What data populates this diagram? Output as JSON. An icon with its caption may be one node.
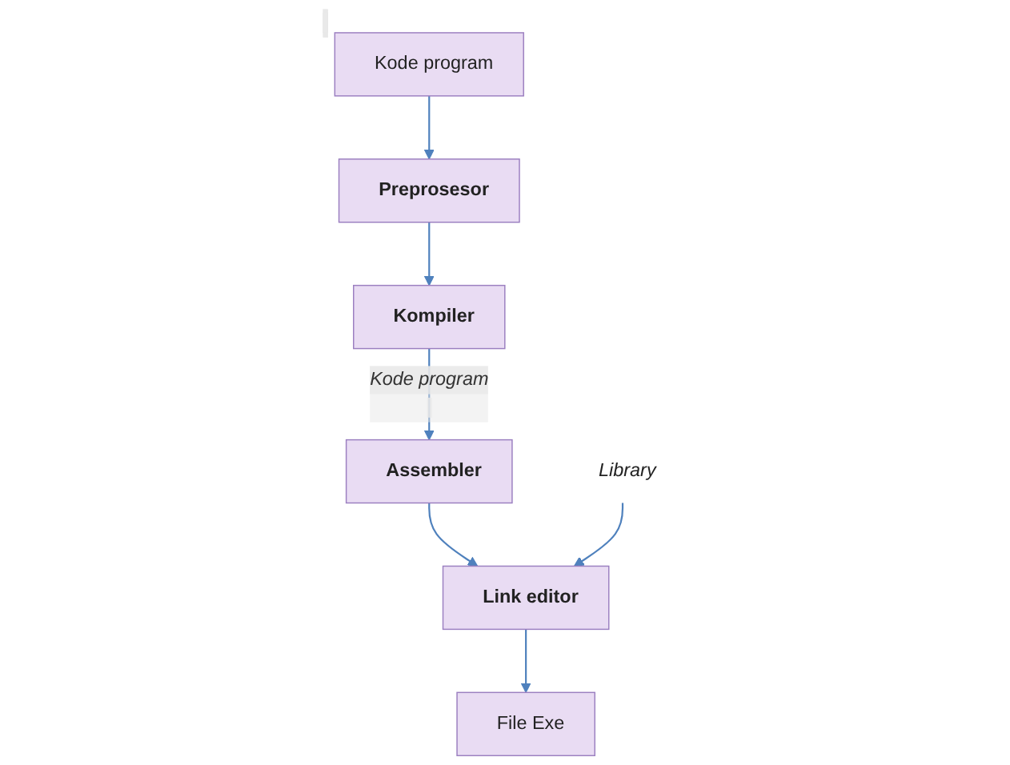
{
  "diagram": {
    "nodes": [
      {
        "text": [
          "Kode program"
        ]
      },
      {
        "text": [
          "Preprosesor"
        ]
      },
      {
        "text": [
          "Kompiler"
        ]
      },
      {
        "text": [
          "Assembler"
        ]
      },
      {
        "text": [
          "Library"
        ]
      },
      {
        "text": [
          "Link editor"
        ]
      },
      {
        "text": [
          "File Exe"
        ]
      }
    ],
    "edges": [
      {
        "from": 0,
        "to": 1,
        "arrow": "to"
      },
      {
        "from": 1,
        "to": 2,
        "arrow": "to"
      },
      {
        "from": 2,
        "to": 3,
        "arrow": "to",
        "label": "Kode program"
      },
      {
        "from": 3,
        "to": 5,
        "arrow": "to"
      },
      {
        "from": 4,
        "to": 5,
        "arrow": "to"
      },
      {
        "from": 5,
        "to": 6,
        "arrow": "to"
      }
    ]
  }
}
